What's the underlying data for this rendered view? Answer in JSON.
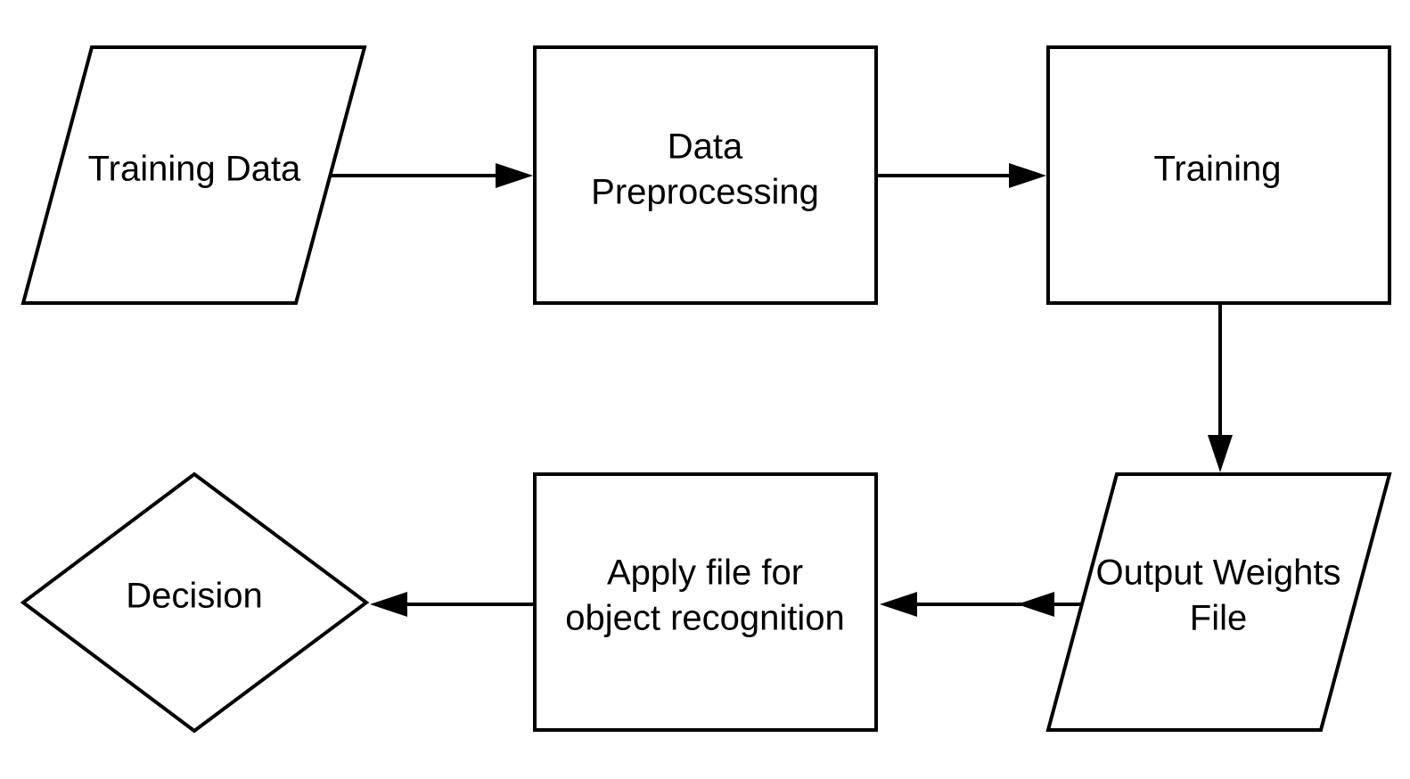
{
  "nodes": {
    "training_data": {
      "shape": "parallelogram",
      "label": "Training Data"
    },
    "data_preprocessing": {
      "shape": "rectangle",
      "label_lines": [
        "Data",
        "Preprocessing"
      ]
    },
    "training": {
      "shape": "rectangle",
      "label": "Training"
    },
    "output_weights_file": {
      "shape": "parallelogram",
      "label_lines": [
        "Output Weights",
        "File"
      ]
    },
    "apply_file": {
      "shape": "rectangle",
      "label_lines": [
        "Apply file for",
        "object recognition"
      ]
    },
    "decision": {
      "shape": "diamond",
      "label": "Decision"
    }
  },
  "edges": [
    {
      "from": "training_data",
      "to": "data_preprocessing"
    },
    {
      "from": "data_preprocessing",
      "to": "training"
    },
    {
      "from": "training",
      "to": "output_weights_file"
    },
    {
      "from": "output_weights_file",
      "to": "apply_file"
    },
    {
      "from": "apply_file",
      "to": "decision"
    }
  ],
  "colors": {
    "stroke": "#000000",
    "fill": "#ffffff",
    "text": "#000000"
  }
}
